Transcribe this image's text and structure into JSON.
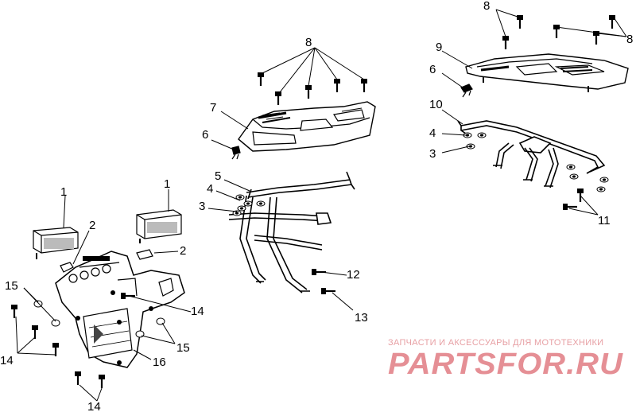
{
  "callouts": {
    "c1a": "1",
    "c1b": "1",
    "c2a": "2",
    "c2b": "2",
    "c3a": "3",
    "c3b": "3",
    "c4a": "4",
    "c4b": "4",
    "c5": "5",
    "c6a": "6",
    "c6b": "6",
    "c7": "7",
    "c8a": "8",
    "c8b": "8",
    "c8c": "8",
    "c9": "9",
    "c10": "10",
    "c11": "11",
    "c12": "12",
    "c13": "13",
    "c14a": "14",
    "c14b": "14",
    "c14c": "14",
    "c15a": "15",
    "c15b": "15",
    "c16": "16"
  },
  "watermark": {
    "tagline": "ЗАПЧАСТИ И АКСЕССУАРЫ ДЛЯ МОТОТЕХНИКИ",
    "brand": "PARTSFOR.RU"
  },
  "colors": {
    "ink": "#000000",
    "watermark": "#e58f95"
  }
}
